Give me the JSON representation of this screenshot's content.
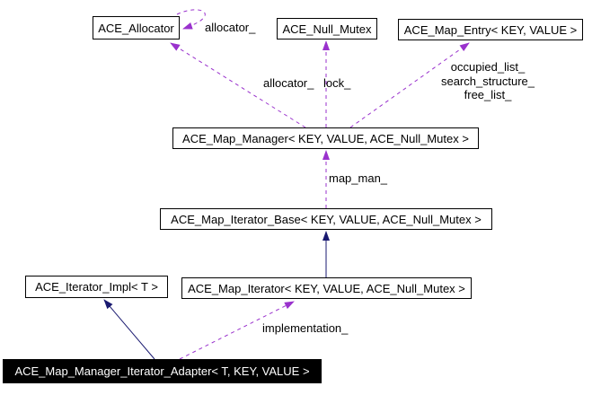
{
  "diagram": {
    "kind": "collaboration-graph",
    "colors": {
      "usage_edge": "#9a32cd",
      "inheritance_edge": "#191970",
      "node_border": "#000000",
      "node_background": "#ffffff",
      "focused_node_background": "#000000",
      "focused_node_text": "#ffffff"
    },
    "nodes": [
      {
        "id": "allocator",
        "label": "ACE_Allocator"
      },
      {
        "id": "null-mutex",
        "label": "ACE_Null_Mutex"
      },
      {
        "id": "map-entry",
        "label": "ACE_Map_Entry< KEY, VALUE >"
      },
      {
        "id": "map-manager",
        "label": "ACE_Map_Manager< KEY, VALUE, ACE_Null_Mutex >"
      },
      {
        "id": "map-iterator-base",
        "label": "ACE_Map_Iterator_Base< KEY, VALUE, ACE_Null_Mutex >"
      },
      {
        "id": "iterator-impl",
        "label": "ACE_Iterator_Impl< T >"
      },
      {
        "id": "map-iterator",
        "label": "ACE_Map_Iterator< KEY, VALUE, ACE_Null_Mutex >"
      },
      {
        "id": "adapter",
        "label": "ACE_Map_Manager_Iterator_Adapter< T, KEY, VALUE >"
      }
    ],
    "edge_labels": {
      "allocator_self": "allocator_",
      "manager_allocator": "allocator_",
      "manager_lock": "lock_",
      "manager_entry_1": "occupied_list_",
      "manager_entry_2": "search_structure_",
      "manager_entry_3": "free_list_",
      "base_manager": "map_man_",
      "adapter_implementation": "implementation_"
    }
  }
}
